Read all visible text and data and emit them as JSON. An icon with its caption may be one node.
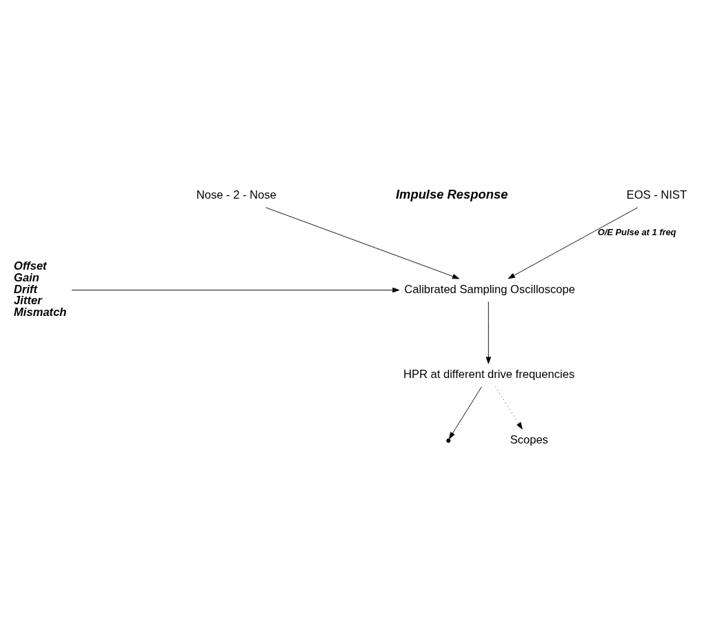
{
  "diagram": {
    "nodes": [
      {
        "text": [
          "Nose - 2 - Nose"
        ]
      },
      {
        "text": [
          "EOS - NIST"
        ]
      },
      {
        "text": [
          "Offset",
          "Gain",
          "Drift",
          "Jitter",
          "Mismatch"
        ]
      },
      {
        "text": [
          "Calibrated Sampling Oscilloscope"
        ]
      },
      {
        "text": [
          "HPR at different drive frequencies"
        ]
      },
      {
        "text": [],
        "shape": "point"
      },
      {
        "text": [
          "Scopes"
        ]
      }
    ],
    "edges": [
      {
        "from": 0,
        "to": 3,
        "arrow": "to"
      },
      {
        "from": 1,
        "to": 3,
        "arrow": "to",
        "label": "O/E Pulse at 1 freq"
      },
      {
        "from": 2,
        "to": 3,
        "arrow": "to"
      },
      {
        "from": 3,
        "to": 4,
        "arrow": "to"
      },
      {
        "from": 4,
        "to": 5,
        "arrow": "to"
      },
      {
        "from": 4,
        "to": 6,
        "arrow": "to",
        "style": "dashed"
      }
    ],
    "labels": [
      "Impulse Response"
    ]
  }
}
